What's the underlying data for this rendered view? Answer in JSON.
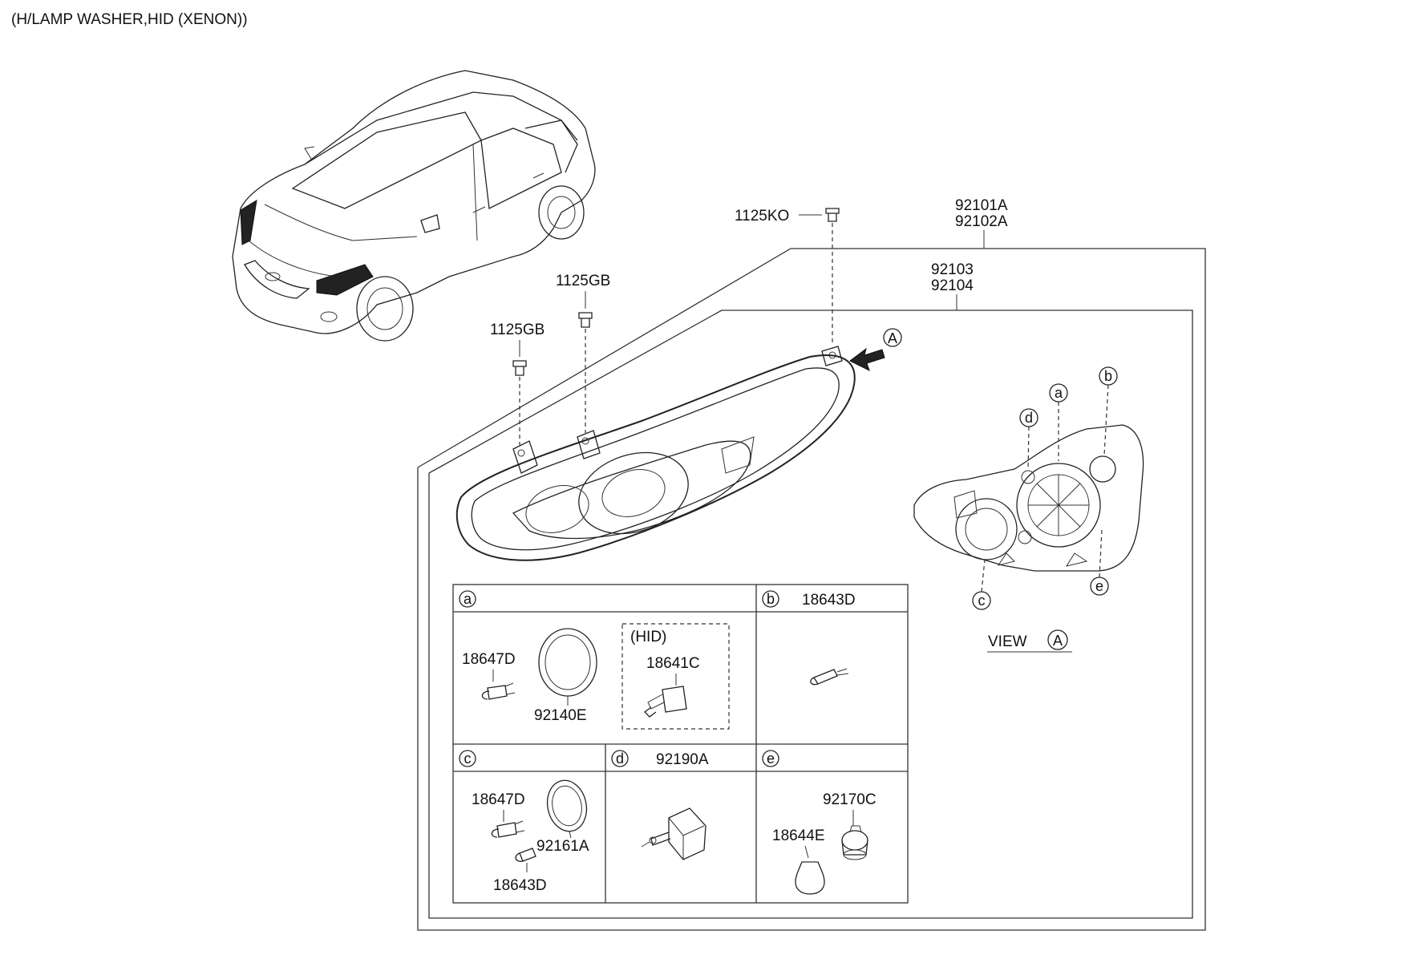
{
  "title": "(H/LAMP WASHER,HID (XENON))",
  "labels": {
    "p1125ko": "1125KO",
    "p92101a": "92101A",
    "p92102a": "92102A",
    "p92103": "92103",
    "p92104": "92104",
    "p1125gb_top": "1125GB",
    "p1125gb_bottom": "1125GB",
    "view_a_arrow": "A"
  },
  "callouts": {
    "a": "a",
    "b": "b",
    "c": "c",
    "d": "d",
    "e": "e"
  },
  "view": {
    "word": "VIEW",
    "letter": "A"
  },
  "detail": {
    "cell_a": {
      "letter": "a",
      "p18647d": "18647D",
      "p92140e": "92140E",
      "hid_label": "(HID)",
      "p18641c": "18641C"
    },
    "cell_b": {
      "letter": "b",
      "p18643d": "18643D"
    },
    "cell_c": {
      "letter": "c",
      "p18647d": "18647D",
      "p92161a": "92161A",
      "p18643d": "18643D"
    },
    "cell_d": {
      "letter": "d",
      "p92190a": "92190A"
    },
    "cell_e": {
      "letter": "e",
      "p92170c": "92170C",
      "p18644e": "18644E"
    }
  }
}
